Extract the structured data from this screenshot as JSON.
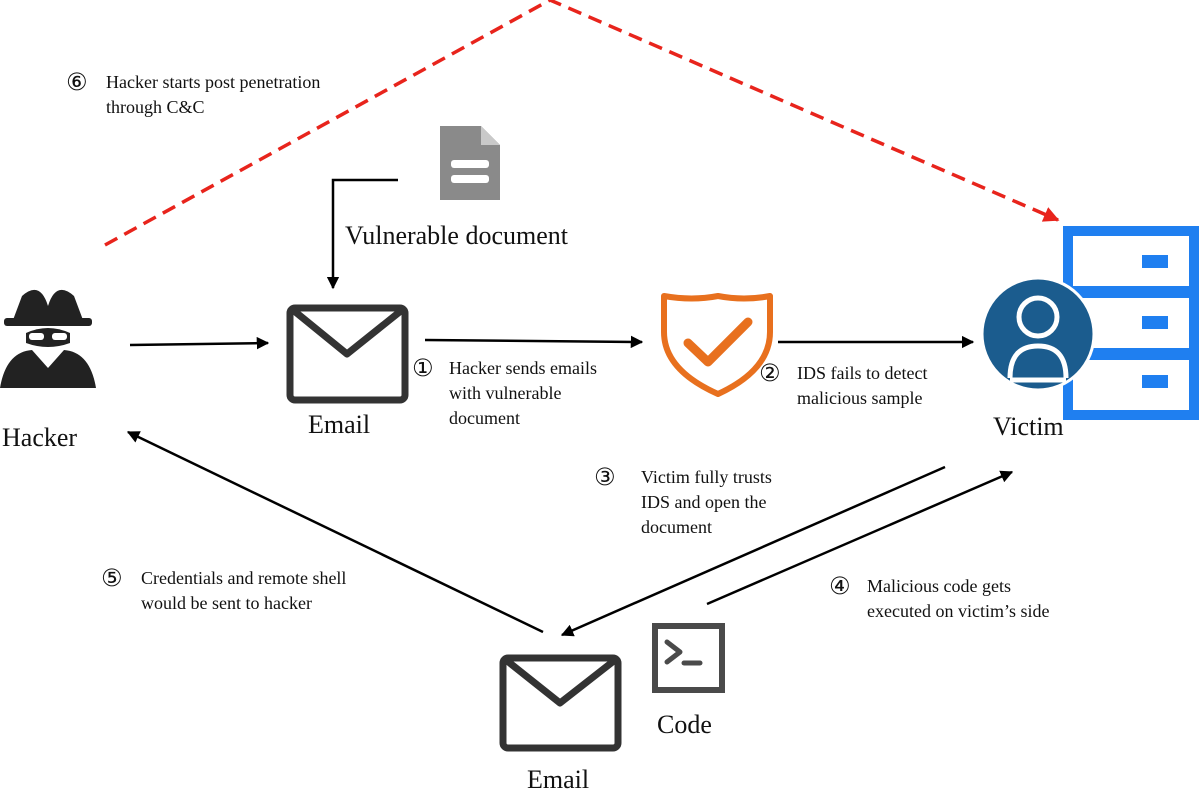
{
  "nodes": {
    "hacker": "Hacker",
    "email_top": "Email",
    "victim": "Victim",
    "email_bottom": "Email",
    "code": "Code",
    "vulnerable_document": "Vulnerable document"
  },
  "steps": [
    {
      "num": "①",
      "line1": "Hacker sends emails",
      "line2": "with vulnerable",
      "line3": "document"
    },
    {
      "num": "②",
      "line1": "IDS fails to detect",
      "line2": "malicious sample"
    },
    {
      "num": "③",
      "line1": "Victim fully trusts",
      "line2": "IDS and open the",
      "line3": "document"
    },
    {
      "num": "④",
      "line1": "Malicious code gets",
      "line2": "executed on victim’s side"
    },
    {
      "num": "⑤",
      "line1": "Credentials and remote shell",
      "line2": "would be sent to hacker"
    },
    {
      "num": "⑥",
      "line1": "Hacker starts post penetration",
      "line2": "through C&C"
    }
  ],
  "icons": [
    "hacker-icon",
    "email-icon",
    "document-icon",
    "shield-check-icon",
    "server-icon",
    "user-icon",
    "terminal-icon"
  ],
  "colors": {
    "attack_path": "#e8241c",
    "shield": "#e8701e",
    "server": "#1f7ff0",
    "user": "#1b5c8e",
    "icon_dark": "#333333",
    "document": "#8a8a8a"
  }
}
